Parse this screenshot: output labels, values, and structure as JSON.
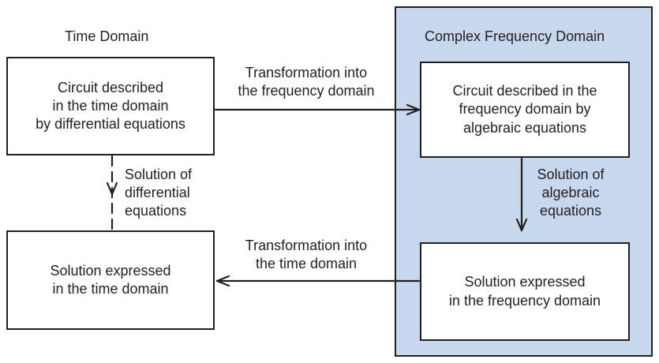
{
  "headings": {
    "time_domain": "Time Domain",
    "frequency_domain": "Complex Frequency Domain"
  },
  "boxes": {
    "circuit_time": [
      "Circuit described",
      "in the time domain",
      "by differential equations"
    ],
    "circuit_freq": [
      "Circuit described in the",
      "frequency domain by",
      "algebraic equations"
    ],
    "solution_time": [
      "Solution expressed",
      "in the time domain"
    ],
    "solution_freq": [
      "Solution expressed",
      "in the frequency domain"
    ]
  },
  "arrow_labels": {
    "to_frequency": [
      "Transformation into",
      "the frequency domain"
    ],
    "to_time": [
      "Transformation into",
      "the time domain"
    ],
    "solve_differential": [
      "Solution of",
      "differential",
      "equations"
    ],
    "solve_algebraic": [
      "Solution of",
      "algebraic",
      "equations"
    ]
  },
  "colors": {
    "panel_fill": "#c7d8ee",
    "stroke": "#231f20"
  }
}
